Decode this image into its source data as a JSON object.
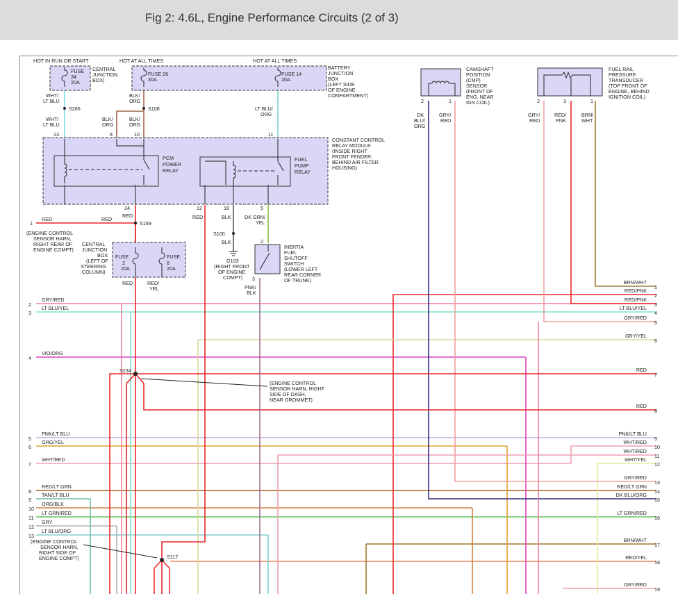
{
  "header": {
    "title": "Fig 2: 4.6L, Engine Performance Circuits (2 of 3)"
  },
  "colors": {
    "header_bg": "#dcdcdc",
    "module_fill": "#d9d7f5",
    "red": "#e8262a",
    "pink": "#f080a0",
    "ltblu_yel": "#7fe0c8",
    "vio_org": "#e040c0",
    "gry_yel": "#d8d89a",
    "pnk_ltblu": "#c8b0e0",
    "org_yel": "#e0a030",
    "wht_red": "#f0a0b0",
    "red_ltgrn": "#a06020",
    "tan_ltblu": "#70c0a0",
    "org_blk": "#d08040",
    "ltgrn_red": "#60c060",
    "gry": "#b0b0b0",
    "ltblu_org": "#80d0d0",
    "brn_wht": "#a07830",
    "dkblu_org": "#303080",
    "dkgrn_yel": "#80c040"
  },
  "top_labels": {
    "hot_run_start": "HOT IN RUN OR START",
    "hot_all_times_1": "HOT AT ALL TIMES",
    "hot_all_times_2": "HOT AT ALL TIMES",
    "cjb_1": "CENTRAL",
    "cjb_2": "JUNCTION",
    "cjb_3": "BOX)",
    "bjb_1": "BATTERY",
    "bjb_2": "JUNCTION",
    "bjb_3": "BOX",
    "bjb_4": "(LEFT SIDE",
    "bjb_5": "OF ENGINE",
    "bjb_6": "COMPARTMENT)"
  },
  "fuses": {
    "f34_a": "FUSE",
    "f34_b": "34",
    "f34_c": "20A",
    "f26_a": "FUSE 26",
    "f26_b": "30A",
    "f14_a": "FUSE 14",
    "f14_b": "20A",
    "f2_a": "FUSE",
    "f2_b": "2",
    "f2_c": "20A",
    "f8_a": "FUSE",
    "f8_b": "8",
    "f8_c": "20A"
  },
  "upper_wires": {
    "wht_ltblu_1a": "WHT/",
    "wht_ltblu_1b": "LT BLU",
    "s266": "S266",
    "wht_ltblu_2a": "WHT/",
    "wht_ltblu_2b": "LT BLU",
    "blk_org_1a": "BLK/",
    "blk_org_1b": "ORG",
    "s108": "S108",
    "blk_org_2a": "BLK/",
    "blk_org_2b": "ORG",
    "blk_org_3a": "BLK/",
    "blk_org_3b": "ORG",
    "ltblu_org_a": "LT BLU/",
    "ltblu_org_b": "ORG",
    "pin13": "13",
    "pin8": "8",
    "pin10": "10",
    "pin11": "11"
  },
  "module": {
    "ccrm_1": "CONSTANT CONTROL",
    "ccrm_2": "RELAY MODULE",
    "ccrm_3": "(INSIDE RIGHT",
    "ccrm_4": "FRONT FENDER,",
    "ccrm_5": "BEHIND AIR FILTER",
    "ccrm_6": "HOUSING)",
    "pcm_1": "PCM",
    "pcm_2": "POWER",
    "pcm_3": "RELAY",
    "fp_1": "FUEL",
    "fp_2": "PUMP",
    "fp_3": "RELAY",
    "pin24": "24",
    "pin12": "12",
    "pin18": "18",
    "pin5": "5"
  },
  "middle": {
    "red_a": "RED",
    "red_b": "RED",
    "red_c": "RED",
    "s169": "S169",
    "pin1": "1",
    "harn_1": "(ENGINE CONTROL",
    "harn_2": "SENSOR HARN,",
    "harn_3": "RIGHT REAR OF",
    "harn_4": "ENGINE COMPT)",
    "cjb2_1": "CENTRAL",
    "cjb2_2": "JUNCTION",
    "cjb2_3": "BOX",
    "cjb2_4": "(LEFT OF",
    "cjb2_5": "STEERING",
    "cjb2_6": "COLUMN)",
    "red_d": "RED",
    "red_yel_a": "RED/",
    "red_yel_b": "YEL",
    "blk_a": "BLK",
    "s100": "S100",
    "blk_b": "BLK",
    "g103": "G103",
    "g103_1": "(RIGHT FRONT",
    "g103_2": "OF ENGINE",
    "g103_3": "COMPT)",
    "dkgrn_a": "DK GRN/",
    "dkgrn_b": "YEL",
    "pin2": "2",
    "pin3": "3",
    "ifs_1": "INERTIA",
    "ifs_2": "FUEL",
    "ifs_3": "SHUTOFF",
    "ifs_4": "SWITCH",
    "ifs_5": "(LOWER LEFT",
    "ifs_6": "REAR CORNER",
    "ifs_7": "OF TRUNK)",
    "pnkblk_a": "PNK/",
    "pnkblk_b": "BLK"
  },
  "sensors": {
    "cmp_1": "CAMSHAFT",
    "cmp_2": "POSITION",
    "cmp_3": "(CMP)",
    "cmp_4": "SENSOR",
    "cmp_5": "(FRONT OF",
    "cmp_6": "ENG, NEAR",
    "cmp_7": "IGN COIL)",
    "cmp_pin2": "2",
    "cmp_pin1": "1",
    "cmp_w1a": "DK",
    "cmp_w1b": "BLU/",
    "cmp_w1c": "ORG",
    "cmp_w2a": "GRY/",
    "cmp_w2b": "RED",
    "frp_1": "FUEL RAIL",
    "frp_2": "PRESSURE",
    "frp_3": "TRANSDUCER",
    "frp_4": "(TOP FRONT OF",
    "frp_5": "ENGINE, BEHIND",
    "frp_6": "IGNITION COIL)",
    "frp_pin2": "2",
    "frp_pin3": "3",
    "frp_pin1": "1",
    "frp_w1a": "GRY/",
    "frp_w1b": "RED",
    "frp_w2a": "RED/",
    "frp_w2b": "PNK",
    "frp_w3a": "BRN/",
    "frp_w3b": "WHT"
  },
  "left_rows": [
    {
      "n": "2",
      "label": "GRY/RED"
    },
    {
      "n": "3",
      "label": "LT BLU/YEL"
    },
    {
      "n": "4",
      "label": "VIO/ORG"
    },
    {
      "n": "5",
      "label": "PNK/LT BLU"
    },
    {
      "n": "6",
      "label": "ORG/YEL"
    },
    {
      "n": "7",
      "label": "WHT/RED"
    },
    {
      "n": "8",
      "label": "RED/LT GRN"
    },
    {
      "n": "9",
      "label": "TAN/LT BLU"
    },
    {
      "n": "10",
      "label": "ORG/BLK"
    },
    {
      "n": "11",
      "label": "LT GRN/RED"
    },
    {
      "n": "12",
      "label": "GRY"
    },
    {
      "n": "13",
      "label": "LT BLU/ORG"
    }
  ],
  "right_rows": [
    {
      "n": "1",
      "label": "BRN/WHT"
    },
    {
      "n": "2",
      "label": "RED/PNK"
    },
    {
      "n": "3",
      "label": "RED/PNK"
    },
    {
      "n": "4",
      "label": "LT BLU/YEL"
    },
    {
      "n": "5",
      "label": "GRY/RED"
    },
    {
      "n": "6",
      "label": "GRY/YEL"
    },
    {
      "n": "7",
      "label": "RED"
    },
    {
      "n": "8",
      "label": "RED"
    },
    {
      "n": "9",
      "label": "PNK/LT BLU"
    },
    {
      "n": "10",
      "label": "WHT/RED"
    },
    {
      "n": "11",
      "label": "WHT/RED"
    },
    {
      "n": "12",
      "label": "WHT/YEL"
    },
    {
      "n": "13",
      "label": "GRY/RED"
    },
    {
      "n": "14",
      "label": "RED/LT GRN"
    },
    {
      "n": "15",
      "label": "DK BLU/ORG"
    },
    {
      "n": "16",
      "label": "LT GRN/RED"
    },
    {
      "n": "17",
      "label": "BRN/WHT"
    },
    {
      "n": "18",
      "label": "RED/YEL"
    },
    {
      "n": "19",
      "label": "GRY/RED"
    }
  ],
  "splices": {
    "s234": "S234",
    "s234_1": "(ENGINE CONTROL",
    "s234_2": "SENSOR HARN, RIGHT",
    "s234_3": "SIDE OF DASH,",
    "s234_4": "NEAR GROMMET)",
    "s117": "S117",
    "s117_1": "(ENGINE CONTROL",
    "s117_2": "SENSOR HARN,",
    "s117_3": "RIGHT SIDE OF",
    "s117_4": "ENGINE COMPT)"
  }
}
